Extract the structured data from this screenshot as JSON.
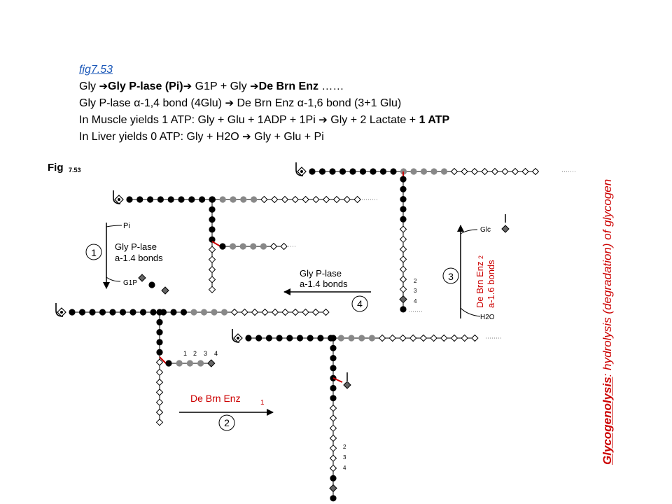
{
  "link": "fig7.53",
  "lines": {
    "l1": {
      "a": "Gly ",
      "b": "Gly P-lase (Pi)",
      "c": " G1P + Gly ",
      "d": "De Brn Enz",
      "e": " ……"
    },
    "l2": {
      "a": "Gly P-lase α-1,4 bond (4Glu) ",
      "b": " De Brn Enz α-1,6 bond (3+1 Glu)"
    },
    "l3": {
      "a": "In Muscle yields 1 ATP: Gly + Glu + 1ADP + 1Pi ",
      "b": " Gly + 2 Lactate + ",
      "c": "1 ATP"
    },
    "l4": {
      "a": "In Liver yields 0 ATP: Gly + H2O ",
      "b": " Gly + Glu + Pi"
    }
  },
  "arrow_glyph": "➔",
  "side_title": {
    "underlined": "Glycogenolysis",
    "rest": ": hydrolysis (degradation)  of glycogen"
  },
  "figure": {
    "fig_label": "Fig",
    "fig_num": "7.53",
    "step1": {
      "num": "1",
      "pi": "Pi",
      "enzyme": "Gly P-lase",
      "bonds": "a-1.4 bonds",
      "product": "G1P"
    },
    "step2": {
      "num": "2",
      "enzyme": "De Brn Enz",
      "sub": "1"
    },
    "step3": {
      "num": "3",
      "glc": "Glc",
      "enzyme": "De Brn Enz",
      "bonds": "a-1.6 bonds",
      "sub": "2",
      "water": "H2O"
    },
    "step4": {
      "num": "4",
      "enzyme": "Gly P-lase",
      "bonds": "a-1.4 bonds"
    },
    "branch_numbers": [
      "1",
      "2",
      "3",
      "4"
    ],
    "colors": {
      "residue_black": "#000000",
      "residue_gray": "#888888",
      "bond_red": "#cc0000",
      "enzyme_red": "#cc0000"
    }
  }
}
